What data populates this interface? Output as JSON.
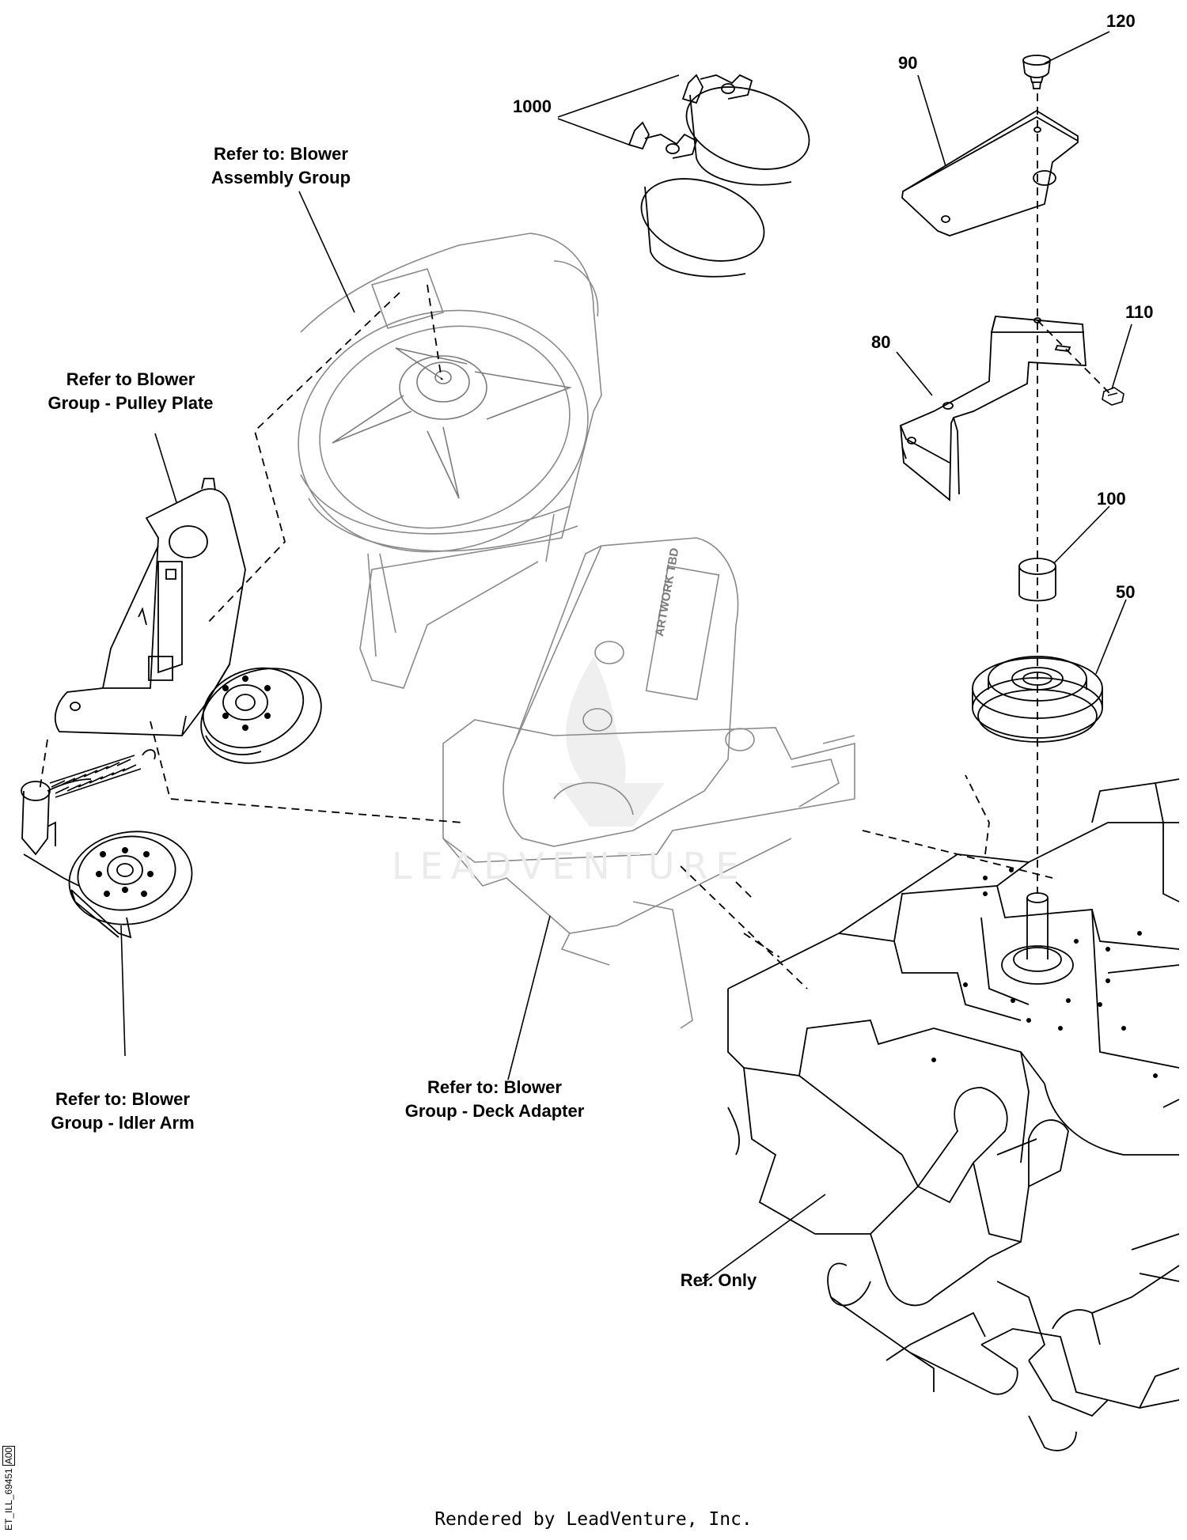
{
  "callouts": {
    "blower_assembly": [
      "Refer to: Blower",
      "Assembly Group"
    ],
    "pulley_plate": [
      "Refer to Blower",
      "Group - Pulley Plate"
    ],
    "idler_arm": [
      "Refer to: Blower",
      "Group - Idler Arm"
    ],
    "deck_adapter": [
      "Refer to: Blower",
      "Group - Deck Adapter"
    ],
    "ref_only": "Ref. Only"
  },
  "part_numbers": {
    "p1000": "1000",
    "p120": "120",
    "p90": "90",
    "p110": "110",
    "p80": "80",
    "p100": "100",
    "p50": "50"
  },
  "artwork_text": "ARTWORK TBD",
  "watermark": "LEADVENTURE",
  "footer": "Rendered by LeadVenture, Inc.",
  "drawing_code": "ET_ILL_69451",
  "revision": "A00",
  "colors": {
    "line": "#000000",
    "faded_line": "#8a8a8a",
    "watermark": "#ebebeb"
  }
}
